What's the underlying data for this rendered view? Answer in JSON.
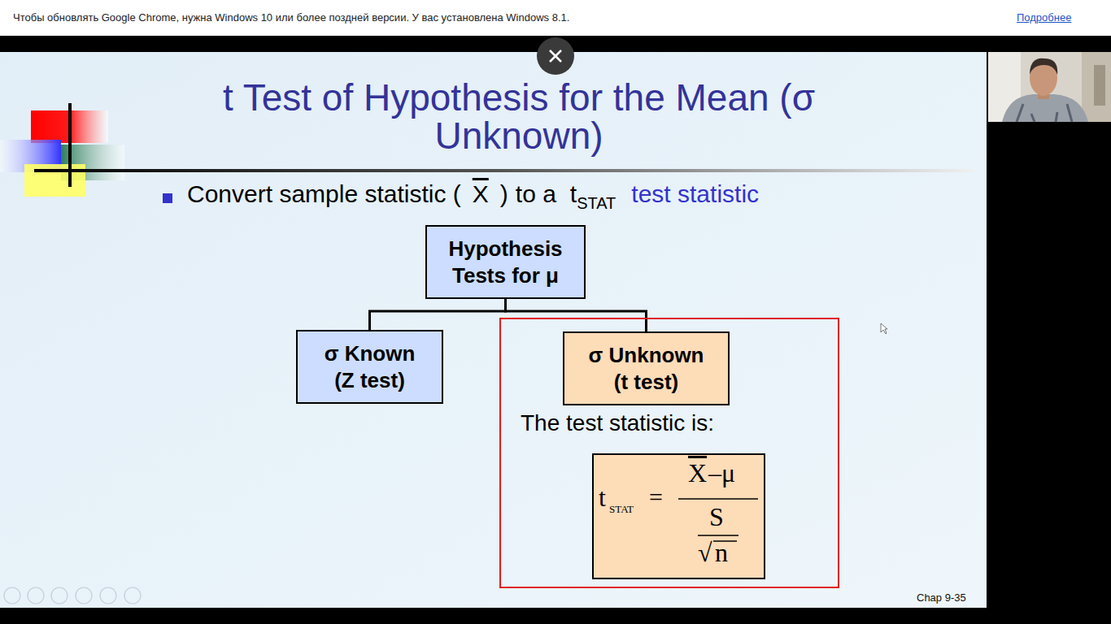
{
  "diagram": {
    "title": "t Test of Hypothesis for the Mean (σ Unknown)",
    "nodes": [
      {
        "text": [
          "Hypothesis Tests for μ"
        ]
      },
      {
        "text": [
          "σ Known (Z test)"
        ]
      },
      {
        "text": [
          "The test statistic is:"
        ]
      },
      {
        "text": [
          "σ Unknown (t test)"
        ],
        "in": 2
      },
      {
        "text": [
          "t",
          "STAT",
          "=",
          "X",
          "–μ",
          "S",
          "√",
          "n"
        ],
        "in": 2
      }
    ],
    "edges": [
      {
        "from": 0,
        "to": 1,
        "arrow": "none"
      },
      {
        "from": 0,
        "to": 3,
        "arrow": "none"
      }
    ],
    "labels": [
      "Чтобы обновлять Google Chrome, нужна Windows 10 или более поздней версии. У вас установлена Windows 8.1.",
      "Подробнее",
      "Convert sample statistic (",
      "X",
      ")",
      "to a",
      "t",
      "STAT",
      "test statistic",
      "Chap 9-35"
    ]
  }
}
